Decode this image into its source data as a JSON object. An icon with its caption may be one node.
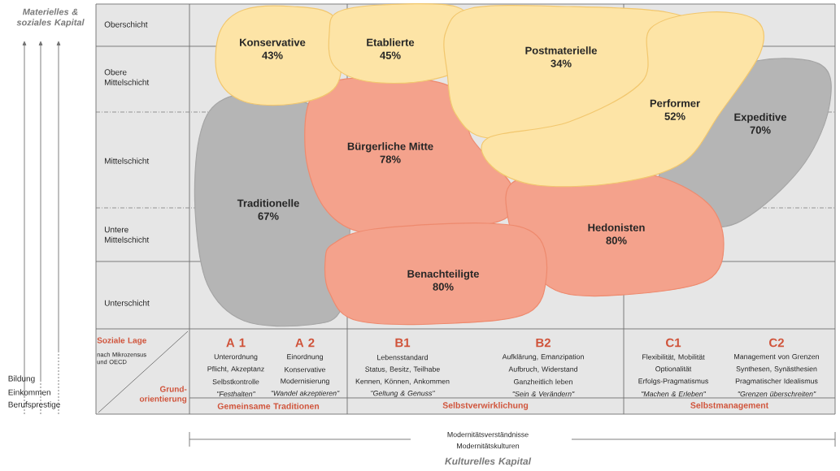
{
  "diagram": {
    "nodes": [
      {
        "text": [
          "Konservative",
          "43%"
        ]
      },
      {
        "text": [
          "Etablierte",
          "45%"
        ]
      },
      {
        "text": [
          "Postmaterielle",
          "34%"
        ]
      },
      {
        "text": [
          "Performer",
          "52%"
        ]
      },
      {
        "text": [
          "Expeditive",
          "70%"
        ]
      },
      {
        "text": [
          "Traditionelle",
          "67%"
        ]
      },
      {
        "text": [
          "Bürgerliche Mitte",
          "78%"
        ]
      },
      {
        "text": [
          "Hedonisten",
          "80%"
        ]
      },
      {
        "text": [
          "Benachteiligte",
          "80%"
        ]
      }
    ],
    "labels": [
      "Materielles & soziales Kapital",
      "Oberschicht",
      "Obere Mittelschicht",
      "Mittelschicht",
      "Untere Mittelschicht",
      "Unterschicht",
      "Soziale Lage",
      "nach Mikrozensus und OECD",
      "Bildung",
      "Einkommen",
      "Berufsprestige",
      "Grund- orientierung",
      "A 1",
      "Unterordnung",
      "Pflicht, Akzeptanz",
      "Selbstkontrolle",
      "\"Festhalten\"",
      "A 2",
      "Einordnung",
      "Konservative",
      "Modernisierung",
      "\"Wandel akzeptieren\"",
      "B1",
      "Lebensstandard",
      "Status, Besitz, Teilhabe",
      "Kennen, Können, Ankommen",
      "\"Geltung & Genuss\"",
      "B2",
      "Aufklärung, Emanzipation",
      "Aufbruch, Widerstand",
      "Ganzheitlich leben",
      "\"Sein & Verändern\"",
      "C1",
      "Flexibilität, Mobilität",
      "Optionalität",
      "Erfolgs-Pragmatismus",
      "\"Machen & Erleben\"",
      "C2",
      "Management von Grenzen",
      "Synthesen, Synästhesien",
      "Pragmatischer Idealismus",
      "\"Grenzen überschreiten\"",
      "Gemeinsame Traditionen",
      "Selbstverwirklichung",
      "Selbstmanagement",
      "Modernitätsverständnisse",
      "Modernitätskulturen",
      "Kulturelles Kapital"
    ]
  }
}
